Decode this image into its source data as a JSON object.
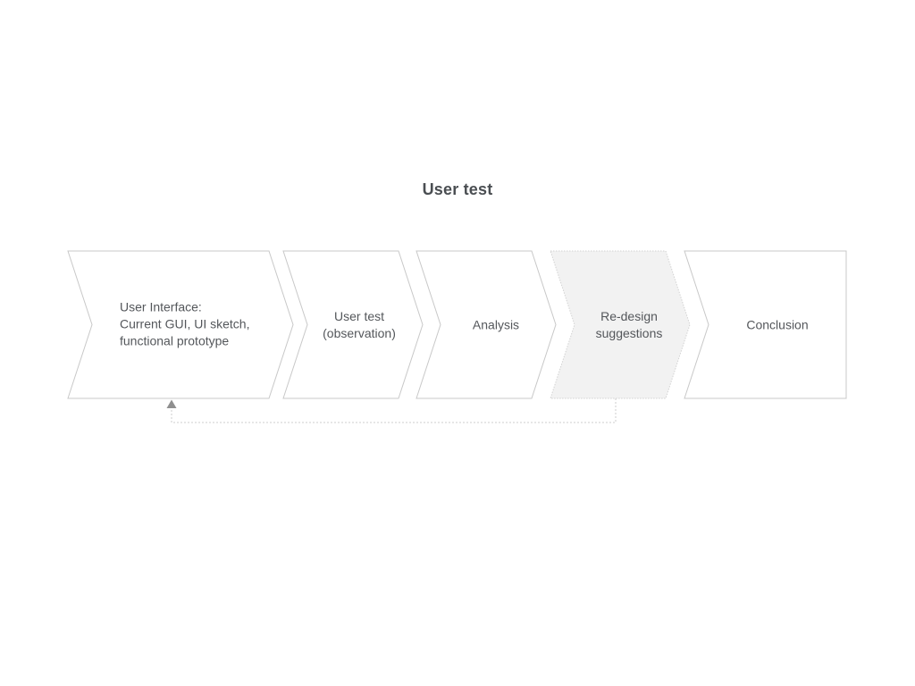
{
  "title": "User test",
  "steps": [
    {
      "label": "User Interface:\nCurrent GUI, UI sketch,\nfunctional prototype",
      "highlighted": false
    },
    {
      "label": "User test\n(observation)",
      "highlighted": false
    },
    {
      "label": "Analysis",
      "highlighted": false
    },
    {
      "label": "Re-design\nsuggestions",
      "highlighted": true
    },
    {
      "label": "Conclusion",
      "highlighted": false
    }
  ],
  "feedback_loop": {
    "from": "Re-design suggestions",
    "to": "User Interface: Current GUI, UI sketch, functional prototype"
  },
  "colors": {
    "background": "#ffffff",
    "shape_fill": "#ffffff",
    "highlight_fill": "#f2f2f2",
    "shape_border": "#c8c8c8",
    "label_text": "#54575b",
    "title_text": "#4a4e52",
    "loop_line": "#cdcdcd",
    "arrowhead": "#8f8f8f"
  }
}
